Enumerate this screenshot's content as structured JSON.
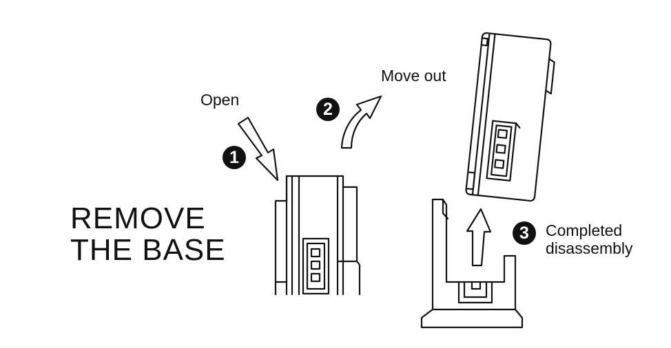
{
  "title": {
    "line1": "REMOVE",
    "line2": "THE BASE"
  },
  "steps": [
    {
      "number": "1",
      "label": "Open"
    },
    {
      "number": "2",
      "label": "Move out"
    },
    {
      "number": "3",
      "label_line1": "Completed",
      "label_line2": "disassembly"
    }
  ],
  "colors": {
    "ink": "#111111",
    "background": "#ffffff"
  }
}
